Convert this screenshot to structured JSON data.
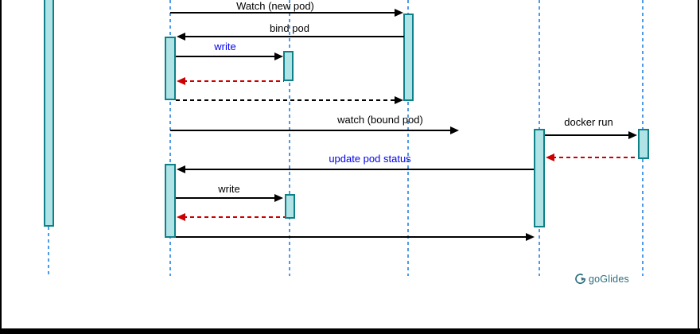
{
  "diagram": {
    "type": "sequence-diagram",
    "lifeline_count": 6,
    "messages": [
      {
        "label": "Watch (new pod)",
        "label_color": "#000000",
        "line": "solid-black",
        "direction": "right"
      },
      {
        "label": "bind pod",
        "label_color": "#000000",
        "line": "solid-black",
        "direction": "left"
      },
      {
        "label": "write",
        "label_color": "#0000EE",
        "line": "solid-black",
        "direction": "right"
      },
      {
        "label": "",
        "label_color": "",
        "line": "dashed-red",
        "direction": "left"
      },
      {
        "label": "",
        "label_color": "",
        "line": "dashed-black",
        "direction": "right"
      },
      {
        "label": "watch (bound pod)",
        "label_color": "#000000",
        "line": "solid-black",
        "direction": "right"
      },
      {
        "label": "docker run",
        "label_color": "#000000",
        "line": "solid-black",
        "direction": "right"
      },
      {
        "label": "",
        "label_color": "",
        "line": "dashed-red",
        "direction": "left"
      },
      {
        "label": "update pod status",
        "label_color": "#0000EE",
        "line": "solid-black",
        "direction": "left"
      },
      {
        "label": "write",
        "label_color": "#000000",
        "line": "solid-black",
        "direction": "right"
      },
      {
        "label": "",
        "label_color": "",
        "line": "dashed-red",
        "direction": "left"
      },
      {
        "label": "",
        "label_color": "",
        "line": "solid-black",
        "direction": "right"
      }
    ]
  },
  "watermark": {
    "text": "goGlides"
  },
  "colors": {
    "bar_fill": "#B0E3E6",
    "bar_stroke": "#0E8088",
    "lifeline": "#4D9AE8",
    "message_black": "#000000",
    "return_red": "#CC0000",
    "label_blue": "#0000EE",
    "logo": "#2D6E7E",
    "frame": "#000000",
    "bg": "#FFFFFF"
  }
}
